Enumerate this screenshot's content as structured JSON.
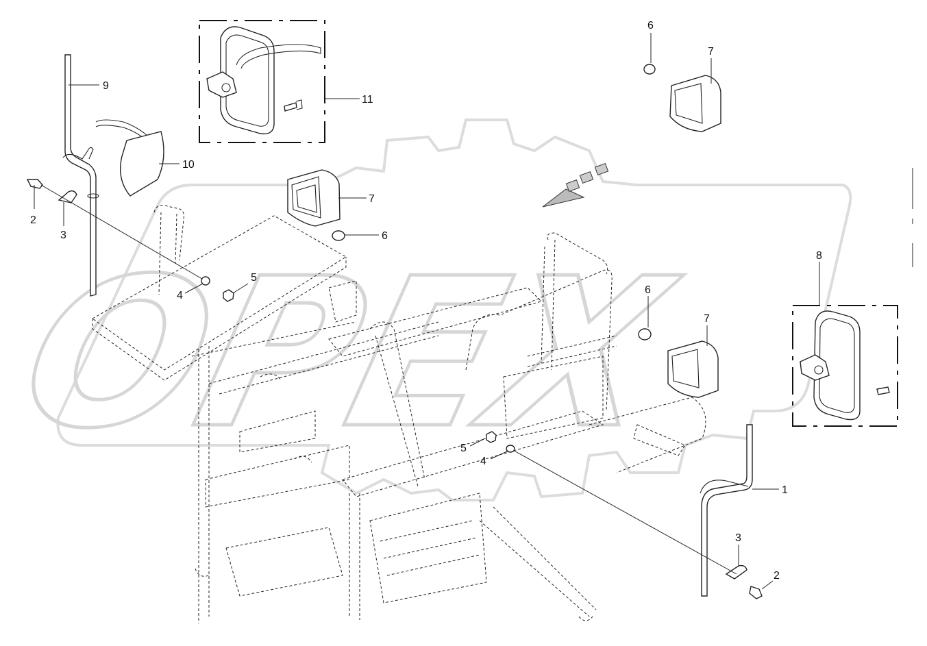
{
  "watermark": {
    "text": "OPEX",
    "color": "#d6d6d6"
  },
  "callouts": [
    {
      "id": "c-1",
      "label": "1"
    },
    {
      "id": "c-2a",
      "label": "2"
    },
    {
      "id": "c-2b",
      "label": "2"
    },
    {
      "id": "c-3a",
      "label": "3"
    },
    {
      "id": "c-3b",
      "label": "3"
    },
    {
      "id": "c-4a",
      "label": "4"
    },
    {
      "id": "c-4b",
      "label": "4"
    },
    {
      "id": "c-5a",
      "label": "5"
    },
    {
      "id": "c-5b",
      "label": "5"
    },
    {
      "id": "c-6a",
      "label": "6"
    },
    {
      "id": "c-6b",
      "label": "6"
    },
    {
      "id": "c-6c",
      "label": "6"
    },
    {
      "id": "c-7a",
      "label": "7"
    },
    {
      "id": "c-7b",
      "label": "7"
    },
    {
      "id": "c-7c",
      "label": "7"
    },
    {
      "id": "c-8",
      "label": "8"
    },
    {
      "id": "c-9",
      "label": "9"
    },
    {
      "id": "c-10",
      "label": "10"
    },
    {
      "id": "c-11",
      "label": "11"
    }
  ]
}
